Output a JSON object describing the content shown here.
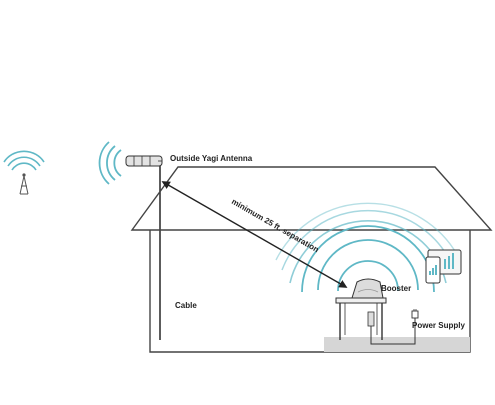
{
  "labels": {
    "antenna": "Outside Yagi Antenna",
    "separation": "minimum 25 ft. separation",
    "booster": "Booster",
    "cable": "Cable",
    "power": "Power Supply"
  },
  "colors": {
    "wave": "#5fb8c6",
    "line": "#333333",
    "wall": "#444444",
    "floor": "#cfcfcf",
    "device": "#d9d9d9"
  },
  "icons": [
    "cell-tower-icon",
    "yagi-antenna-icon",
    "booster-icon",
    "phone-icon",
    "tablet-icon",
    "power-plug-icon"
  ]
}
